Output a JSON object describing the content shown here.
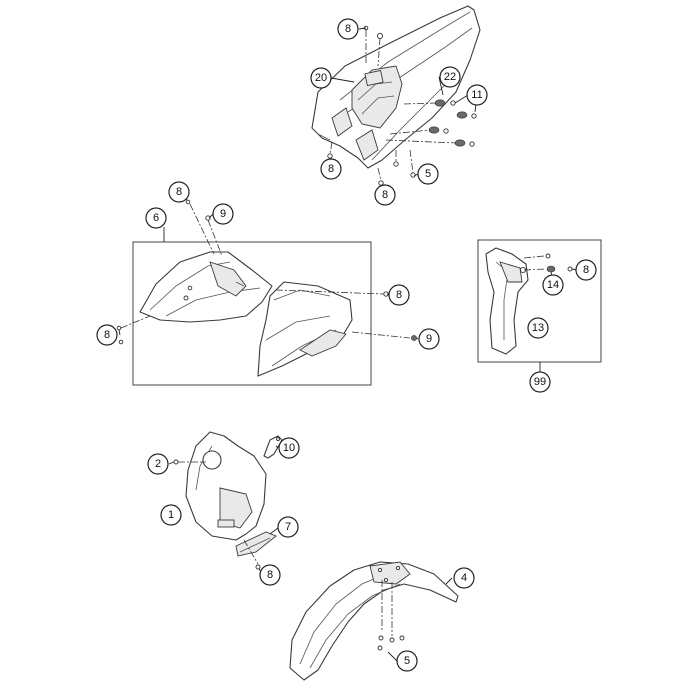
{
  "callouts": {
    "c1": "1",
    "c2": "2",
    "c4": "4",
    "c5a": "5",
    "c5b": "5",
    "c6": "6",
    "c7": "7",
    "c8a": "8",
    "c8b": "8",
    "c8c": "8",
    "c8d": "8",
    "c8e": "8",
    "c8f": "8",
    "c8g": "8",
    "c9a": "9",
    "c9b": "9",
    "c10": "10",
    "c11": "11",
    "c13": "13",
    "c14": "14",
    "c20": "20",
    "c22": "22",
    "c99": "99"
  }
}
